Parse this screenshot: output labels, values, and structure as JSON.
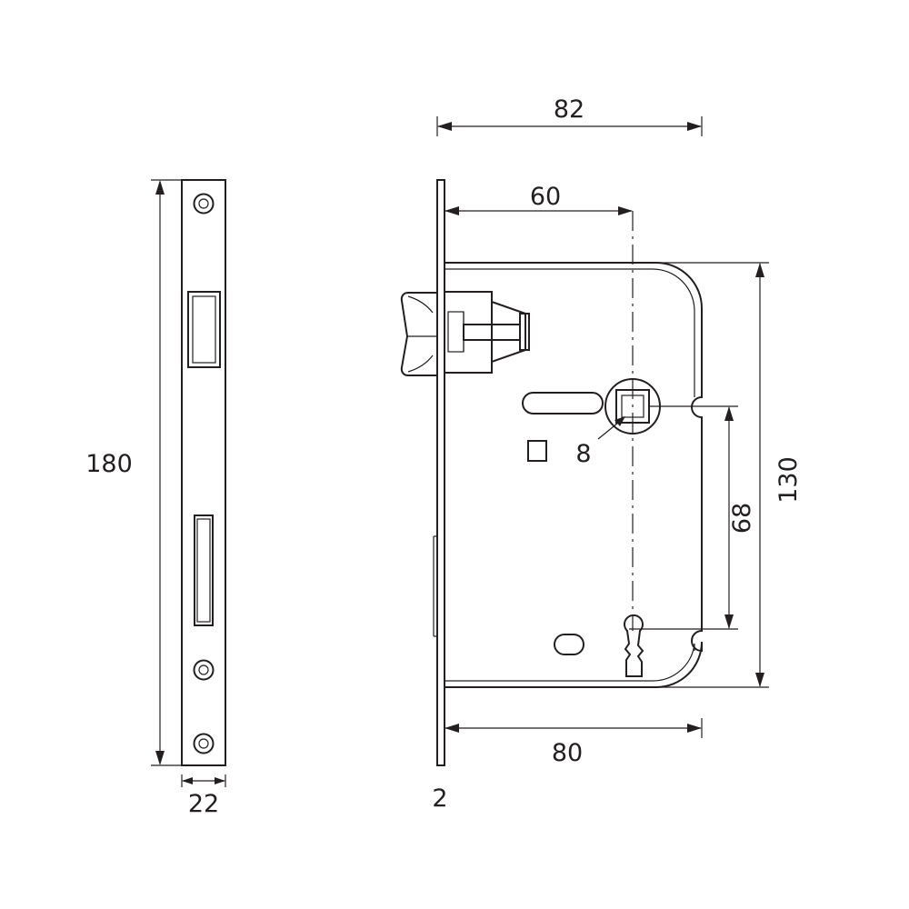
{
  "dimensions": {
    "faceplate_length": "180",
    "faceplate_width": "22",
    "overall_depth": "82",
    "backset": "60",
    "case_depth": "80",
    "faceplate_thickness": "2",
    "spindle_square": "8",
    "center_distance": "68",
    "case_height": "130"
  },
  "icons": {
    "faceplate": "faceplate-front-view",
    "lock_body": "mortise-lock-side-view"
  },
  "colors": {
    "line": "#231f20",
    "background": "#ffffff"
  }
}
